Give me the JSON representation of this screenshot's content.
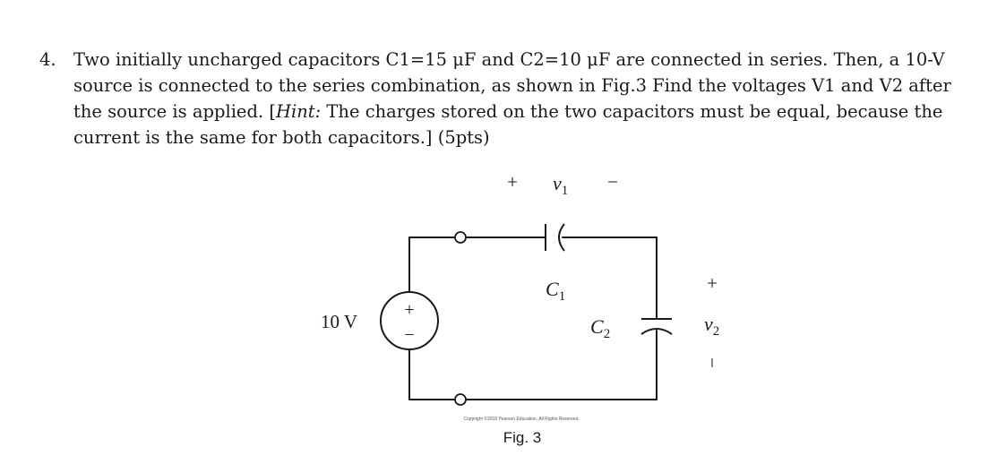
{
  "problem": {
    "number": "4.",
    "line1": "Two initially uncharged capacitors  C1=15 μF and  C2=10 μF are connected in series. Then, a 10-V",
    "line2": "source is connected to the series combination, as shown in Fig.3  Find the voltages V1 and V2 after",
    "line3_a": "the source is applied. [",
    "line3_hint": "Hint:",
    "line3_b": " The charges stored on the two capacitors must be equal, because the",
    "line4": "current is the same for both capacitors.] (5pts)"
  },
  "figure": {
    "v1_plus": "+",
    "v1_var": "v",
    "v1_sub": "1",
    "v1_minus": "−",
    "c1_var": "C",
    "c1_sub": "1",
    "c2_var": "C",
    "c2_sub": "2",
    "source_label": "10 V",
    "source_plus": "+",
    "source_minus": "−",
    "v2_plus": "+",
    "v2_var": "v",
    "v2_sub": "2",
    "v2_minus": "−",
    "copyright": "Copyright ©2018 Pearson Education, All Rights Reserved.",
    "caption": "Fig. 3"
  }
}
